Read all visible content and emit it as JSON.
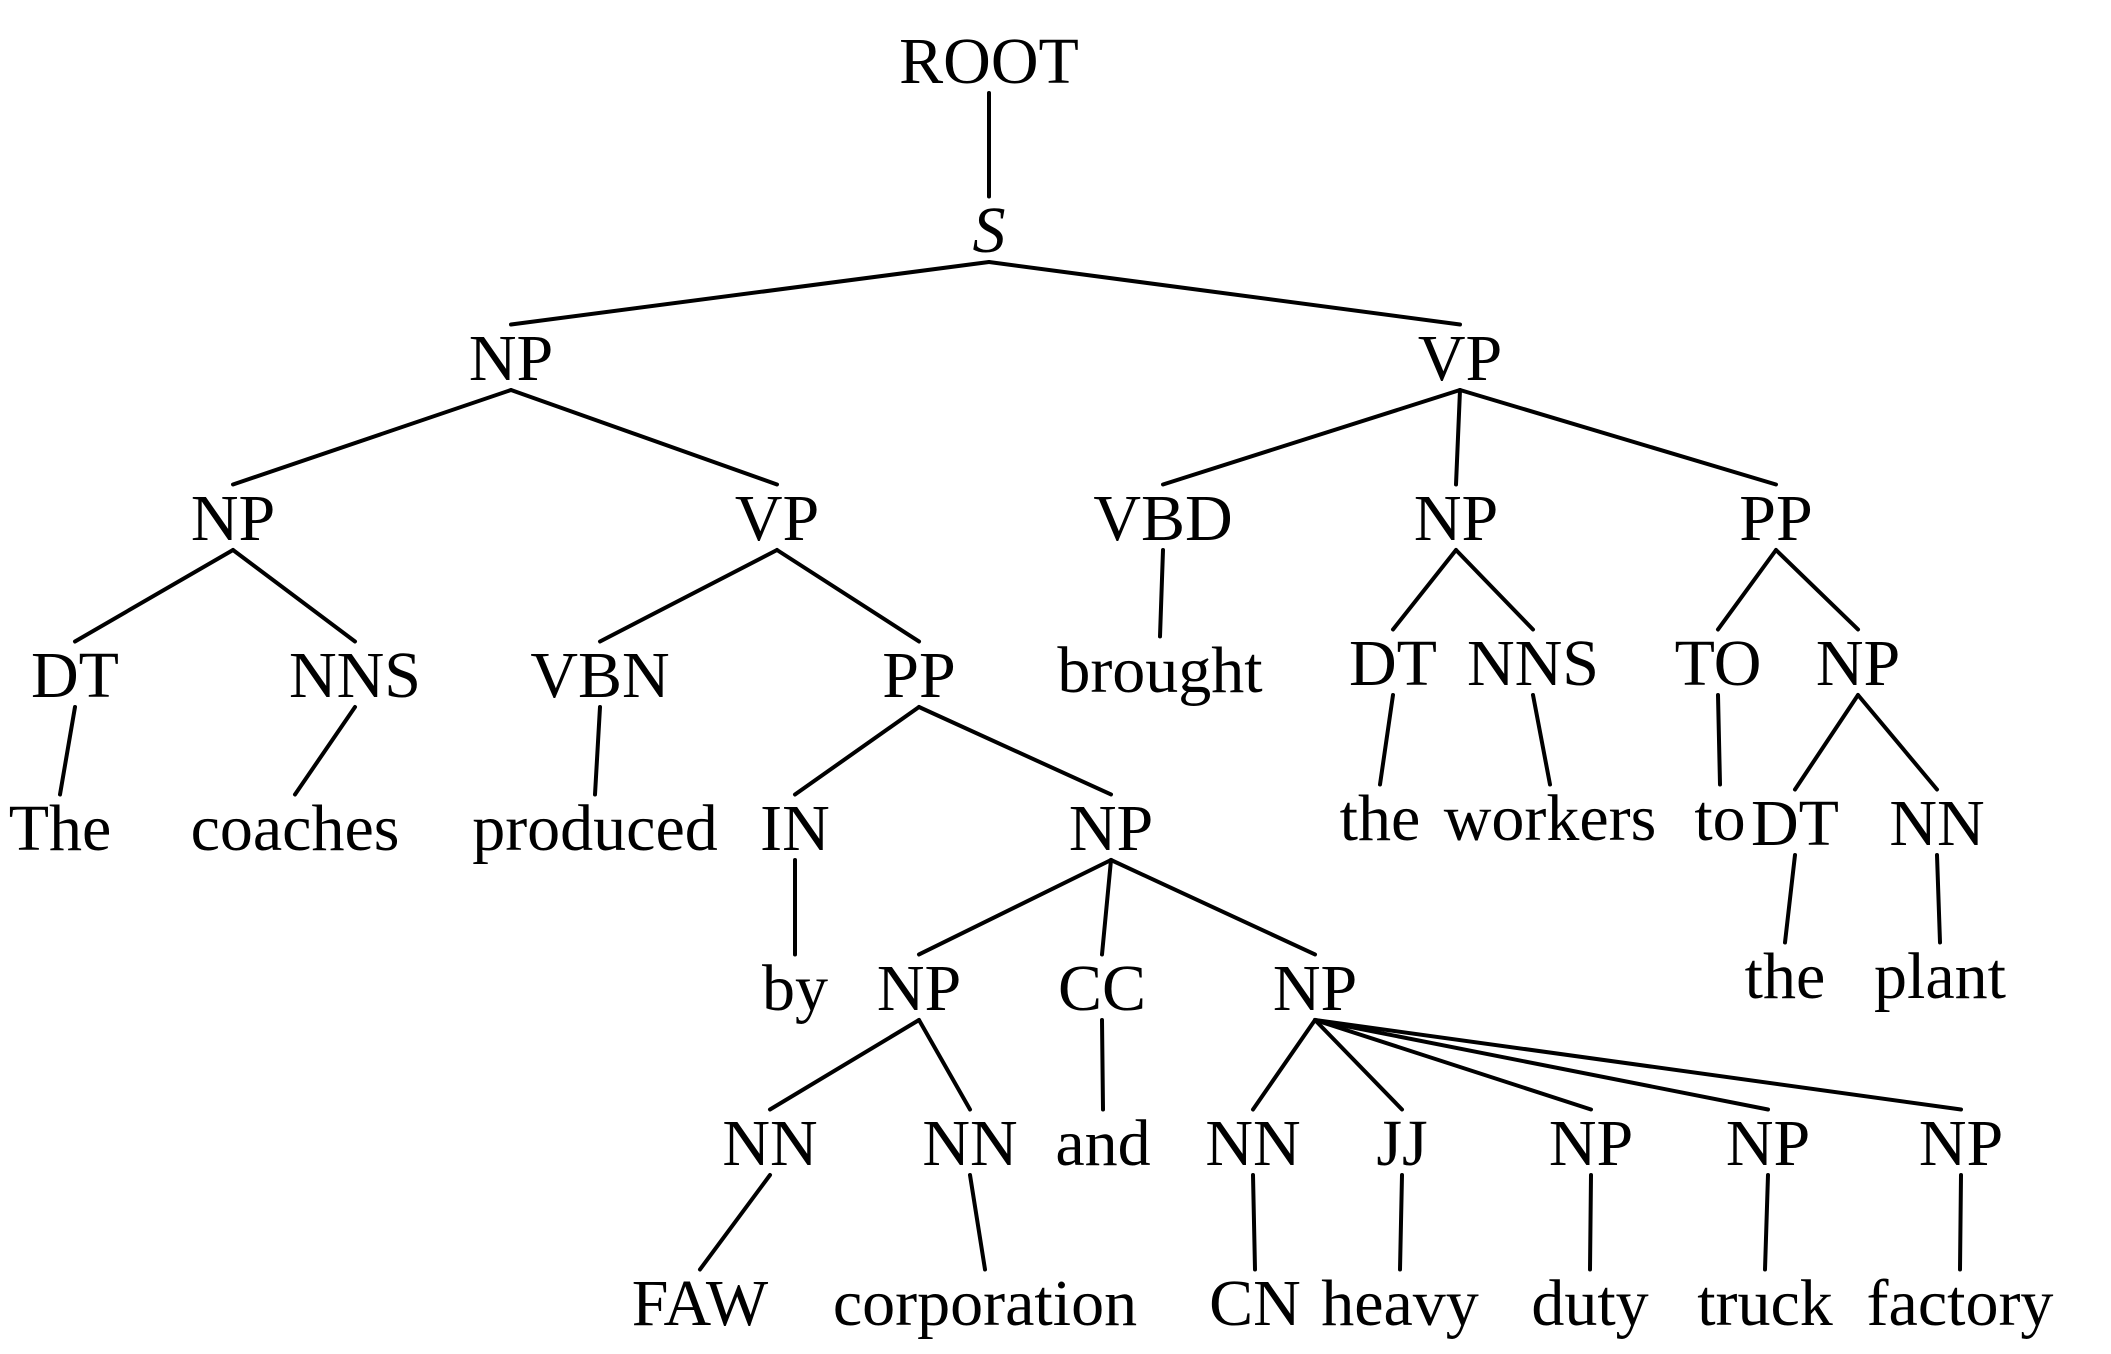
{
  "title": "Constituency parse tree",
  "sentence": "The coaches produced by FAW corporation and CN heavy duty truck factory brought the workers to the plant",
  "nodes": [
    {
      "id": "root",
      "label": "ROOT",
      "parent": null
    },
    {
      "id": "s",
      "label": "S",
      "parent": "root",
      "italic": true
    },
    {
      "id": "np1",
      "label": "NP",
      "parent": "s"
    },
    {
      "id": "vp1",
      "label": "VP",
      "parent": "s"
    },
    {
      "id": "np2",
      "label": "NP",
      "parent": "np1"
    },
    {
      "id": "vp2",
      "label": "VP",
      "parent": "np1"
    },
    {
      "id": "dt1",
      "label": "DT",
      "parent": "np2"
    },
    {
      "id": "nns1",
      "label": "NNS",
      "parent": "np2"
    },
    {
      "id": "w_the",
      "label": "The",
      "parent": "dt1",
      "word": true
    },
    {
      "id": "w_coaches",
      "label": "coaches",
      "parent": "nns1",
      "word": true
    },
    {
      "id": "vbn",
      "label": "VBN",
      "parent": "vp2"
    },
    {
      "id": "pp1",
      "label": "PP",
      "parent": "vp2"
    },
    {
      "id": "w_produced",
      "label": "produced",
      "parent": "vbn",
      "word": true
    },
    {
      "id": "in",
      "label": "IN",
      "parent": "pp1"
    },
    {
      "id": "np3",
      "label": "NP",
      "parent": "pp1"
    },
    {
      "id": "w_by",
      "label": "by",
      "parent": "in",
      "word": true
    },
    {
      "id": "np4",
      "label": "NP",
      "parent": "np3"
    },
    {
      "id": "cc",
      "label": "CC",
      "parent": "np3"
    },
    {
      "id": "np5",
      "label": "NP",
      "parent": "np3"
    },
    {
      "id": "nn1",
      "label": "NN",
      "parent": "np4"
    },
    {
      "id": "nn2",
      "label": "NN",
      "parent": "np4"
    },
    {
      "id": "w_faw",
      "label": "FAW",
      "parent": "nn1",
      "word": true
    },
    {
      "id": "w_corporation",
      "label": "corporation",
      "parent": "nn2",
      "word": true
    },
    {
      "id": "w_and",
      "label": "and",
      "parent": "cc",
      "word": true
    },
    {
      "id": "nn3",
      "label": "NN",
      "parent": "np5"
    },
    {
      "id": "jj",
      "label": "JJ",
      "parent": "np5"
    },
    {
      "id": "np6",
      "label": "NP",
      "parent": "np5"
    },
    {
      "id": "np7",
      "label": "NP",
      "parent": "np5"
    },
    {
      "id": "np8",
      "label": "NP",
      "parent": "np5"
    },
    {
      "id": "w_cn",
      "label": "CN",
      "parent": "nn3",
      "word": true
    },
    {
      "id": "w_heavy",
      "label": "heavy",
      "parent": "jj",
      "word": true
    },
    {
      "id": "w_duty",
      "label": "duty",
      "parent": "np6",
      "word": true
    },
    {
      "id": "w_truck",
      "label": "truck",
      "parent": "np7",
      "word": true
    },
    {
      "id": "w_factory",
      "label": "factory",
      "parent": "np8",
      "word": true
    },
    {
      "id": "vbd",
      "label": "VBD",
      "parent": "vp1"
    },
    {
      "id": "np9",
      "label": "NP",
      "parent": "vp1"
    },
    {
      "id": "pp2",
      "label": "PP",
      "parent": "vp1"
    },
    {
      "id": "w_brought",
      "label": "brought",
      "parent": "vbd",
      "word": true
    },
    {
      "id": "dt2",
      "label": "DT",
      "parent": "np9"
    },
    {
      "id": "nns2",
      "label": "NNS",
      "parent": "np9"
    },
    {
      "id": "w_the2",
      "label": "the",
      "parent": "dt2",
      "word": true
    },
    {
      "id": "w_workers",
      "label": "workers",
      "parent": "nns2",
      "word": true
    },
    {
      "id": "to",
      "label": "TO",
      "parent": "pp2"
    },
    {
      "id": "np10",
      "label": "NP",
      "parent": "pp2"
    },
    {
      "id": "w_to",
      "label": "to",
      "parent": "to",
      "word": true
    },
    {
      "id": "dt3",
      "label": "DT",
      "parent": "np10"
    },
    {
      "id": "nn4",
      "label": "NN",
      "parent": "np10"
    },
    {
      "id": "w_the3",
      "label": "the",
      "parent": "dt3",
      "word": true
    },
    {
      "id": "w_plant",
      "label": "plant",
      "parent": "nn4",
      "word": true
    }
  ]
}
